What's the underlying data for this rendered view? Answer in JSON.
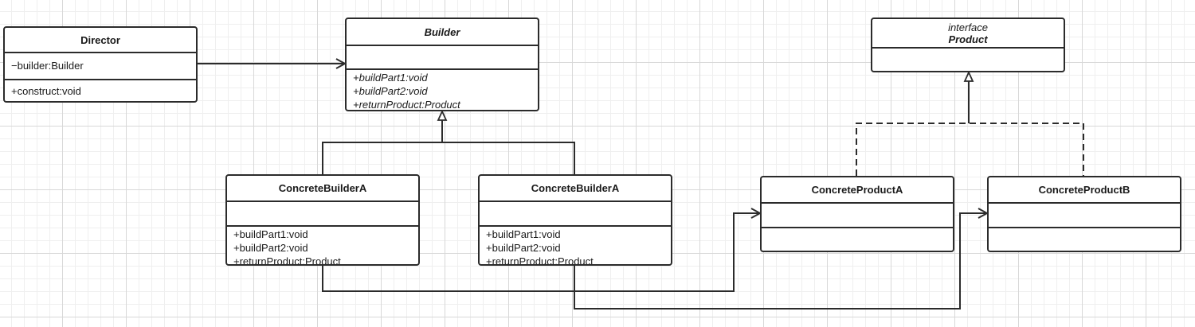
{
  "colors": {
    "line": "#2b2b2b",
    "grid_major": "#d8d8d8",
    "grid_minor": "#efefef",
    "box_fill": "#ffffff"
  },
  "director": {
    "name": "Director",
    "attributes": [
      "−builder:Builder"
    ],
    "methods": [
      "+construct:void"
    ]
  },
  "builder": {
    "name": "Builder",
    "attributes": [],
    "methods": [
      "+buildPart1:void",
      "+buildPart2:void",
      "+returnProduct:Product"
    ]
  },
  "product": {
    "stereotype": "interface",
    "name": "Product",
    "attributes": []
  },
  "concrete_builder_1": {
    "name": "ConcreteBuilderA",
    "attributes": [],
    "methods": [
      "+buildPart1:void",
      "+buildPart2:void",
      "+returnProduct:Product"
    ]
  },
  "concrete_builder_2": {
    "name": "ConcreteBuilderA",
    "attributes": [],
    "methods": [
      "+buildPart1:void",
      "+buildPart2:void",
      "+returnProduct:Product"
    ]
  },
  "concrete_product_a": {
    "name": "ConcreteProductA",
    "attributes": [],
    "methods": []
  },
  "concrete_product_b": {
    "name": "ConcreteProductB",
    "attributes": [],
    "methods": []
  }
}
